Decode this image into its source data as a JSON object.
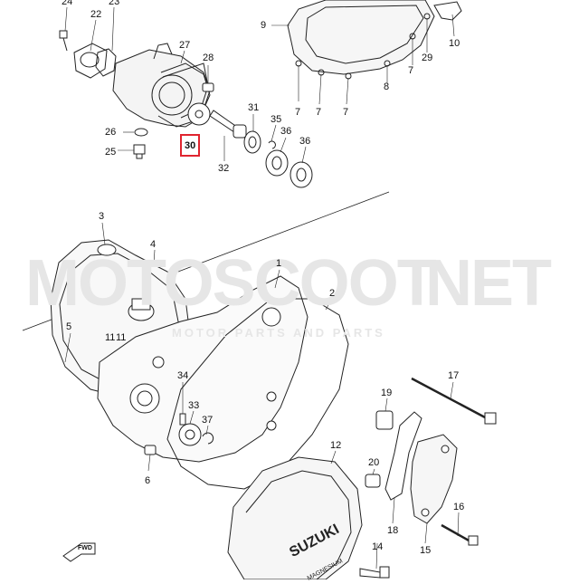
{
  "watermark": {
    "brand": "MOTOSCOOT",
    "brand_suffix": "NET",
    "tagline": "MOTOR  PARTS  AND  PARTS"
  },
  "fwd_arrow": "FWD",
  "cover_lettering": "SUZUKI",
  "cover_lettering_small": "MAGNESIUM",
  "part_numbers": {
    "p1": "1",
    "p2": "2",
    "p3": "3",
    "p4": "4",
    "p5": "5",
    "p6": "6",
    "p7a": "7",
    "p7b": "7",
    "p7c": "7",
    "p8": "8",
    "p9": "9",
    "p10": "10",
    "p11a": "11",
    "p11b": "11",
    "p12": "12",
    "p14": "14",
    "p15": "15",
    "p16": "16",
    "p17": "17",
    "p18": "18",
    "p19": "19",
    "p20": "20",
    "p22": "22",
    "p23": "23",
    "p24": "24",
    "p25": "25",
    "p26": "26",
    "p27": "27",
    "p28": "28",
    "p29": "29",
    "p30": "30",
    "p31": "31",
    "p32": "32",
    "p33": "33",
    "p34": "34",
    "p35": "35",
    "p36a": "36",
    "p36b": "36",
    "p37": "37"
  },
  "highlight_color": "#e0242f"
}
